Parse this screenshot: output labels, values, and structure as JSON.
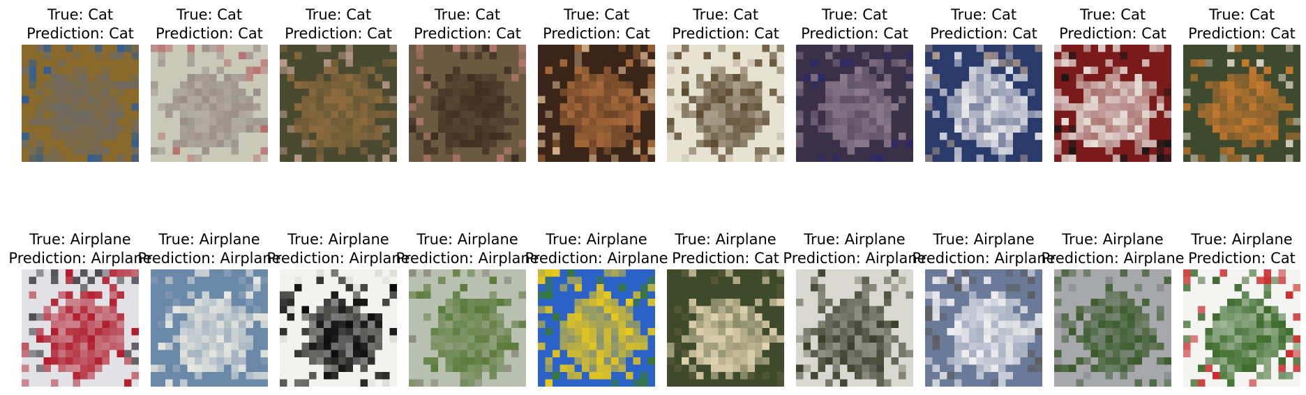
{
  "figure": {
    "rows": [
      {
        "panels": [
          {
            "true_label": "True: Cat",
            "prediction_label": "Prediction: Cat",
            "image": "tabby-cat-lying-on-blue-cloth",
            "colors": [
              "#8a6a2a",
              "#6e6a62",
              "#2f5e94"
            ]
          },
          {
            "true_label": "True: Cat",
            "prediction_label": "Prediction: Cat",
            "image": "grey-cat-on-light-background",
            "colors": [
              "#c9c9b8",
              "#9a8f86",
              "#b86a6a"
            ]
          },
          {
            "true_label": "True: Cat",
            "prediction_label": "Prediction: Cat",
            "image": "brown-cat-sitting",
            "colors": [
              "#4a4a30",
              "#8f6b3e",
              "#b79a8a"
            ]
          },
          {
            "true_label": "True: Cat",
            "prediction_label": "Prediction: Cat",
            "image": "yawning-tabby-cat",
            "colors": [
              "#6b5a40",
              "#3e2e22",
              "#b57a70"
            ]
          },
          {
            "true_label": "True: Cat",
            "prediction_label": "Prediction: Cat",
            "image": "ginger-cat-on-floor",
            "colors": [
              "#3a2518",
              "#a86a3a",
              "#d2b08a"
            ]
          },
          {
            "true_label": "True: Cat",
            "prediction_label": "Prediction: Cat",
            "image": "cat-on-table-by-window",
            "colors": [
              "#e8e2d2",
              "#5a4a30",
              "#c9c0b0"
            ]
          },
          {
            "true_label": "True: Cat",
            "prediction_label": "Prediction: Cat",
            "image": "cat-on-blue-chair",
            "colors": [
              "#3a3048",
              "#8a7a8a",
              "#2d2a6a"
            ]
          },
          {
            "true_label": "True: Cat",
            "prediction_label": "Prediction: Cat",
            "image": "white-cat-held-by-person",
            "colors": [
              "#2a3a6a",
              "#e8e8ea",
              "#b09a8a"
            ]
          },
          {
            "true_label": "True: Cat",
            "prediction_label": "Prediction: Cat",
            "image": "black-and-white-cat",
            "colors": [
              "#7a1a1a",
              "#e8e0da",
              "#181818"
            ]
          },
          {
            "true_label": "True: Cat",
            "prediction_label": "Prediction: Cat",
            "image": "orange-and-white-cat-face",
            "colors": [
              "#3e4a2e",
              "#c4782e",
              "#d8d0c0"
            ]
          }
        ]
      },
      {
        "panels": [
          {
            "true_label": "True: Airplane",
            "prediction_label": "Prediction: Airplane",
            "image": "concorde-book-cover",
            "colors": [
              "#e2e2e6",
              "#b01a2a",
              "#4a4a50"
            ]
          },
          {
            "true_label": "True: Airplane",
            "prediction_label": "Prediction: Airplane",
            "image": "white-jet-against-blue-sky",
            "colors": [
              "#6a88a8",
              "#e8e8e0",
              "#8aa0b8"
            ]
          },
          {
            "true_label": "True: Airplane",
            "prediction_label": "Prediction: Airplane",
            "image": "black-jet-silhouette",
            "colors": [
              "#f2f2ee",
              "#0a0a0a",
              "#dcdcd6"
            ]
          },
          {
            "true_label": "True: Airplane",
            "prediction_label": "Prediction: Airplane",
            "image": "green-propeller-plane",
            "colors": [
              "#b8c0b0",
              "#5a7a3a",
              "#8a8a7a"
            ]
          },
          {
            "true_label": "True: Airplane",
            "prediction_label": "Prediction: Airplane",
            "image": "yellow-biplane-on-grass",
            "colors": [
              "#2a62c8",
              "#e8c81a",
              "#3a7a2a"
            ]
          },
          {
            "true_label": "True: Airplane",
            "prediction_label": "Prediction: Cat",
            "image": "flying-wing-over-forest",
            "colors": [
              "#3e4a2a",
              "#e0d2b0",
              "#5a5a3a"
            ]
          },
          {
            "true_label": "True: Airplane",
            "prediction_label": "Prediction: Airplane",
            "image": "military-plane-on-ground",
            "colors": [
              "#d8d8d0",
              "#3a3e2a",
              "#7a7a6a"
            ]
          },
          {
            "true_label": "True: Airplane",
            "prediction_label": "Prediction: Airplane",
            "image": "white-airliner-on-runway",
            "colors": [
              "#6a7a98",
              "#f0f0f2",
              "#5a5a5a"
            ]
          },
          {
            "true_label": "True: Airplane",
            "prediction_label": "Prediction: Airplane",
            "image": "small-plane-in-grey-sky",
            "colors": [
              "#a6a8ac",
              "#3a5a2a",
              "#8a8c90"
            ]
          },
          {
            "true_label": "True: Airplane",
            "prediction_label": "Prediction: Cat",
            "image": "green-toy-plane-on-white",
            "colors": [
              "#f4f4f2",
              "#3a6a2a",
              "#c81a1a"
            ]
          }
        ]
      }
    ]
  }
}
